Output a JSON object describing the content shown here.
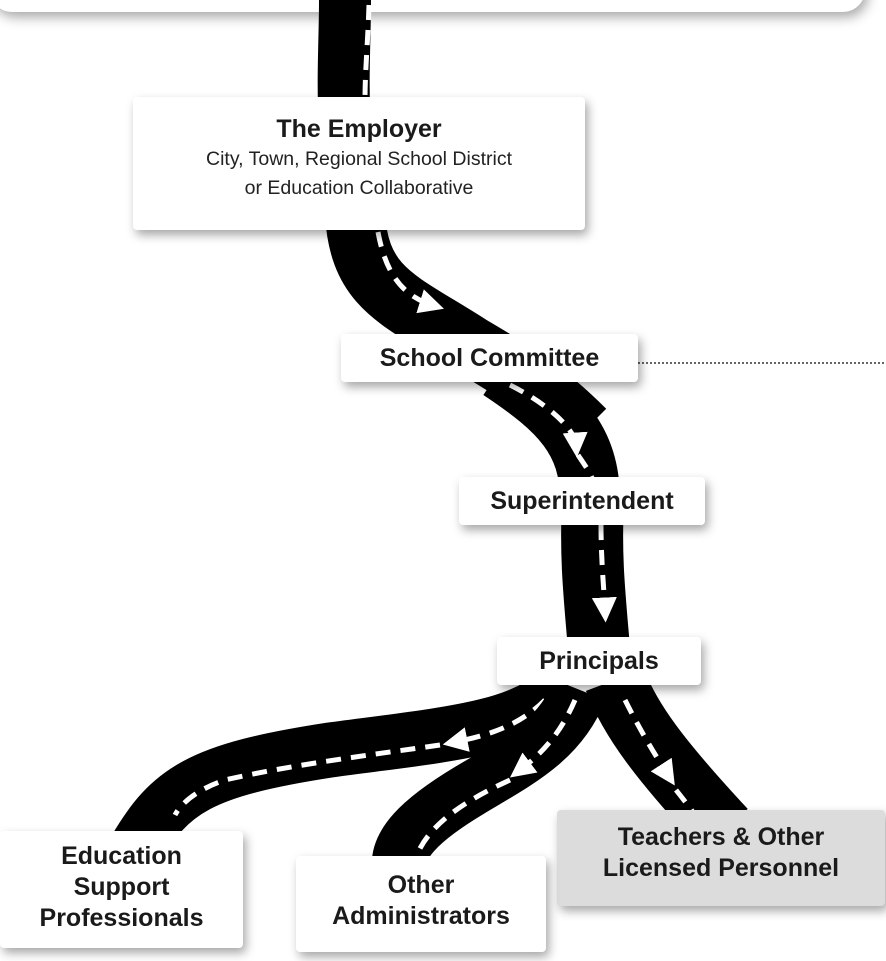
{
  "nodes": {
    "employer": {
      "title": "The Employer",
      "subtitle_line1": "City, Town, Regional School District",
      "subtitle_line2": "or Education Collaborative"
    },
    "school_committee": {
      "title": "School Committee"
    },
    "superintendent": {
      "title": "Superintendent"
    },
    "principals": {
      "title": "Principals"
    },
    "teachers": {
      "line1": "Teachers & Other",
      "line2": "Licensed Personnel"
    },
    "other_admin": {
      "line1": "Other",
      "line2": "Administrators"
    },
    "esp": {
      "line1": "Education",
      "line2": "Support",
      "line3": "Professionals"
    }
  },
  "colors": {
    "road": "#000000",
    "lane_marking": "#ffffff",
    "highlight_box": "#dcdcdc",
    "connector_dotted": "#333333"
  }
}
